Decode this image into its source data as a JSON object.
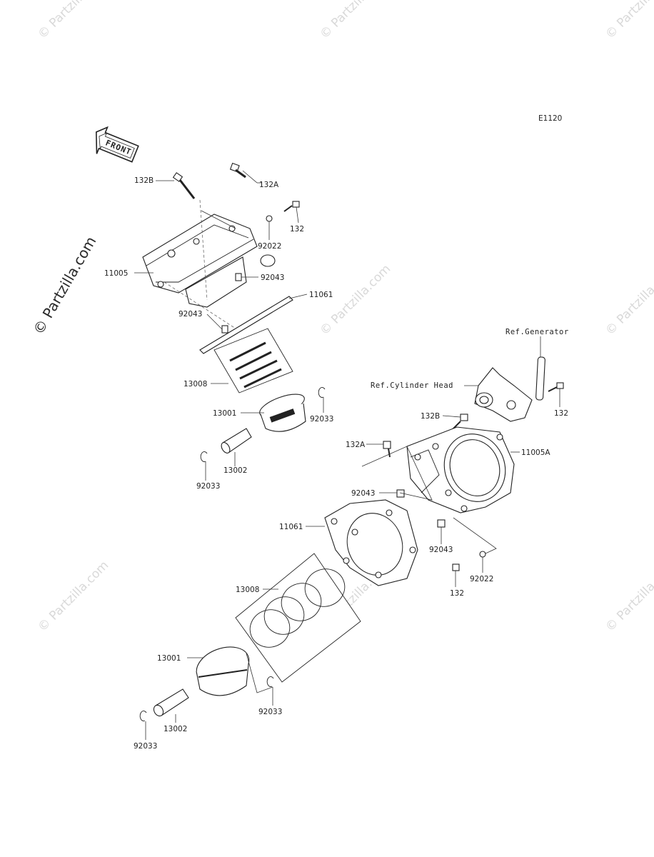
{
  "diagram_code": "E1120",
  "front_label": "FRONT",
  "watermark": "© Partzilla.com",
  "refs": {
    "generator": "Ref.Generator",
    "cylinder_head": "Ref.Cylinder Head"
  },
  "callouts": {
    "top_132B": "132B",
    "top_132A": "132A",
    "top_132": "132",
    "top_92022": "92022",
    "top_11005": "11005",
    "top_92043_a": "92043",
    "top_11061": "11061",
    "top_92043_b": "92043",
    "top_13008": "13008",
    "top_13001": "13001",
    "top_92033_a": "92033",
    "top_13002": "13002",
    "top_92033_b": "92033",
    "bot_132": "132",
    "bot_132B": "132B",
    "bot_132A": "132A",
    "bot_11005A": "11005A",
    "bot_92043_a": "92043",
    "bot_11061": "11061",
    "bot_92043_b": "92043",
    "bot_92022": "92022",
    "bot_132_b": "132",
    "bot_13008": "13008",
    "bot_13001": "13001",
    "bot_92033_a": "92033",
    "bot_13002": "13002",
    "bot_92033_b": "92033"
  }
}
